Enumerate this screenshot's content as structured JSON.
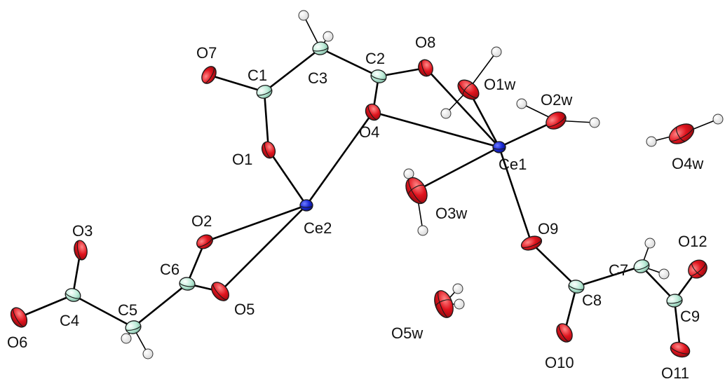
{
  "labels": {
    "O1": "O1",
    "O2": "O2",
    "O3": "O3",
    "O4": "O4",
    "O5": "O5",
    "O6": "O6",
    "O7": "O7",
    "O8": "O8",
    "O9": "O9",
    "O10": "O10",
    "O11": "O11",
    "O12": "O12",
    "C1": "C1",
    "C2": "C2",
    "C3": "C3",
    "C4": "C4",
    "C5": "C5",
    "C6": "C6",
    "C7": "C7",
    "C8": "C8",
    "C9": "C9",
    "Ce1": "Ce1",
    "Ce2": "Ce2",
    "O1w": "O1w",
    "O2w": "O2w",
    "O3w": "O3w",
    "O4w": "O4w",
    "O5w": "O5w"
  },
  "element_colors": {
    "O": "#e0141e",
    "C": "#b9ead6",
    "Ce": "#1a2ad6",
    "H": "#ffffff"
  }
}
